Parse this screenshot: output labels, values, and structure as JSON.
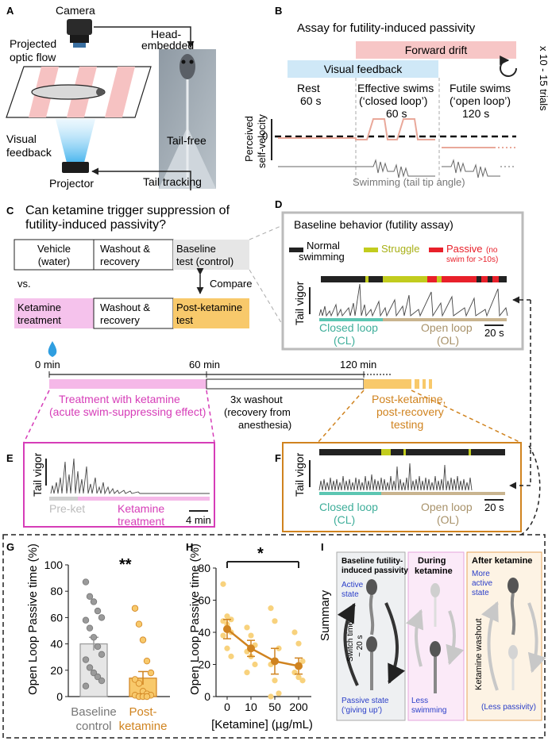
{
  "panel_letters": {
    "a": "A",
    "b": "B",
    "c": "C",
    "d": "D",
    "e": "E",
    "f": "F",
    "g": "G",
    "h": "H",
    "i": "I"
  },
  "panel_a": {
    "camera": "Camera",
    "head_embedded_1": "Head-",
    "head_embedded_2": "embedded",
    "optic_flow_1": "Projected",
    "optic_flow_2": "optic flow",
    "tail_free": "Tail-free",
    "visual_feedback_1": "Visual",
    "visual_feedback_2": "feedback",
    "projector": "Projector",
    "tail_tracking": "Tail tracking"
  },
  "panel_b": {
    "title": "Assay for futility-induced passivity",
    "forward_drift": "Forward drift",
    "visual_feedback": "Visual feedback",
    "trials": "x 10 - 15 trials",
    "rest_1": "Rest",
    "rest_2": "60 s",
    "effective_1": "Effective swims",
    "effective_2": "(‘closed loop’)",
    "effective_3": "60 s",
    "futile_1": "Futile swims",
    "futile_2": "(‘open loop’)",
    "futile_3": "120 s",
    "ylabel_1": "Perceived",
    "ylabel_2": "self-velocity",
    "zero": "0",
    "swimming": "Swimming (tail tip angle)"
  },
  "panel_c": {
    "question_1": "Can ketamine trigger suppression of",
    "question_2": "futility-induced passivity?",
    "vehicle_1": "Vehicle",
    "vehicle_2": "(water)",
    "washout_1": "Washout &",
    "washout_2": "recovery",
    "baseline_1": "Baseline",
    "baseline_2": "test (control)",
    "vs": "vs.",
    "compare": "Compare",
    "ketamine_1": "Ketamine",
    "ketamine_2": "treatment",
    "washout_b_1": "Washout &",
    "washout_b_2": "recovery",
    "post_1": "Post-ketamine",
    "post_2": "test"
  },
  "panel_d": {
    "title": "Baseline behavior (futility assay)",
    "normal_1": "Normal",
    "normal_2": "swimming",
    "struggle": "Struggle",
    "passive": "Passive",
    "passive_note_1": "(no",
    "passive_note_2": "swim for >10s)",
    "ylabel": "Tail vigor",
    "closed_1": "Closed loop",
    "closed_2": "(CL)",
    "open_1": "Open loop",
    "open_2": "(OL)",
    "scale": "20 s"
  },
  "timeline": {
    "t0": "0 min",
    "t60": "60 min",
    "t120": "120 min",
    "treat_1": "Treatment with ketamine",
    "treat_2": "(acute swim-suppressing effect)",
    "wash_1": "3x washout",
    "wash_2": "(recovery from",
    "wash_3": "anesthesia)",
    "post_1": "Post-ketamine,",
    "post_2": "post-recovery",
    "post_3": "testing"
  },
  "panel_e": {
    "ylabel": "Tail vigor",
    "preket": "Pre-ket",
    "ket_1": "Ketamine",
    "ket_2": "treatment",
    "scale": "4 min"
  },
  "panel_f": {
    "ylabel": "Tail vigor",
    "closed_1": "Closed loop",
    "closed_2": "(CL)",
    "open_1": "Open loop",
    "open_2": "(OL)",
    "scale": "20 s"
  },
  "panel_g": {
    "ylabel": "Open Loop Passive time (%)",
    "sig": "**",
    "cat1_1": "Baseline",
    "cat1_2": "control",
    "cat2_1": "Post-",
    "cat2_2": "ketamine"
  },
  "panel_h": {
    "ylabel": "Open Loop Passive time (%)",
    "xlabel": "[Ketamine] (µg/mL)",
    "sig": "*"
  },
  "panel_i": {
    "summary": "Summary",
    "col1_title_1": "Baseline futility-",
    "col1_title_2": "induced passivity",
    "active_1": "Active",
    "active_2": "state",
    "switch_1": "Switch time",
    "switch_2": "~ 20 s",
    "passive_1": "Passive state",
    "passive_2": "(‘giving up’)",
    "col2_title_1": "During",
    "col2_title_2": "ketamine",
    "less_swim_1": "Less",
    "less_swim_2": "swimming",
    "col3_title": "After ketamine",
    "more_active_1": "More",
    "more_active_2": "active",
    "more_active_3": "state",
    "washout": "Ketamine washout",
    "less_passivity": "(Less passivity)"
  },
  "colors": {
    "pink": "#f7c6c6",
    "blue": "#cfe8f7",
    "magenta": "#f5b8e8",
    "magenta_line": "#d63db8",
    "orange": "#f8c96b",
    "orange_dark": "#d0831f",
    "teal": "#5cc6b2",
    "tan": "#c9b48f",
    "struggle": "#c2cc1e",
    "passive": "#e8202a",
    "grey_box": "#e6e6e6"
  },
  "chart_data": [
    {
      "type": "bar",
      "categories": [
        "Baseline control",
        "Post-ketamine"
      ],
      "values": [
        40,
        14
      ],
      "errors": [
        5,
        5
      ],
      "points": [
        [
          87,
          76,
          72,
          65,
          60,
          58,
          52,
          45,
          38,
          32,
          28,
          22,
          18,
          15,
          12,
          8
        ],
        [
          67,
          55,
          43,
          27,
          18,
          13,
          10,
          4,
          2,
          1,
          1,
          0,
          0,
          0
        ]
      ],
      "ylabel": "Open Loop Passive time (%)",
      "ylim": [
        0,
        100
      ],
      "yticks": [
        0,
        20,
        40,
        60,
        80,
        100
      ]
    },
    {
      "type": "line",
      "x": [
        "0",
        "10",
        "50",
        "200"
      ],
      "values": [
        42,
        30,
        22,
        19
      ],
      "errors": [
        6,
        5,
        8,
        5
      ],
      "points": [
        [
          70,
          50,
          48,
          47,
          45,
          40,
          38,
          30,
          25
        ],
        [
          43,
          38,
          32,
          28,
          25,
          20,
          15
        ],
        [
          55,
          47,
          30,
          20,
          10,
          2,
          0
        ],
        [
          40,
          33,
          22,
          15,
          12,
          10
        ]
      ],
      "xlabel": "[Ketamine] (µg/mL)",
      "ylabel": "Open Loop Passive time (%)",
      "ylim": [
        0,
        80
      ],
      "yticks": [
        0,
        20,
        40,
        60,
        80
      ]
    }
  ]
}
